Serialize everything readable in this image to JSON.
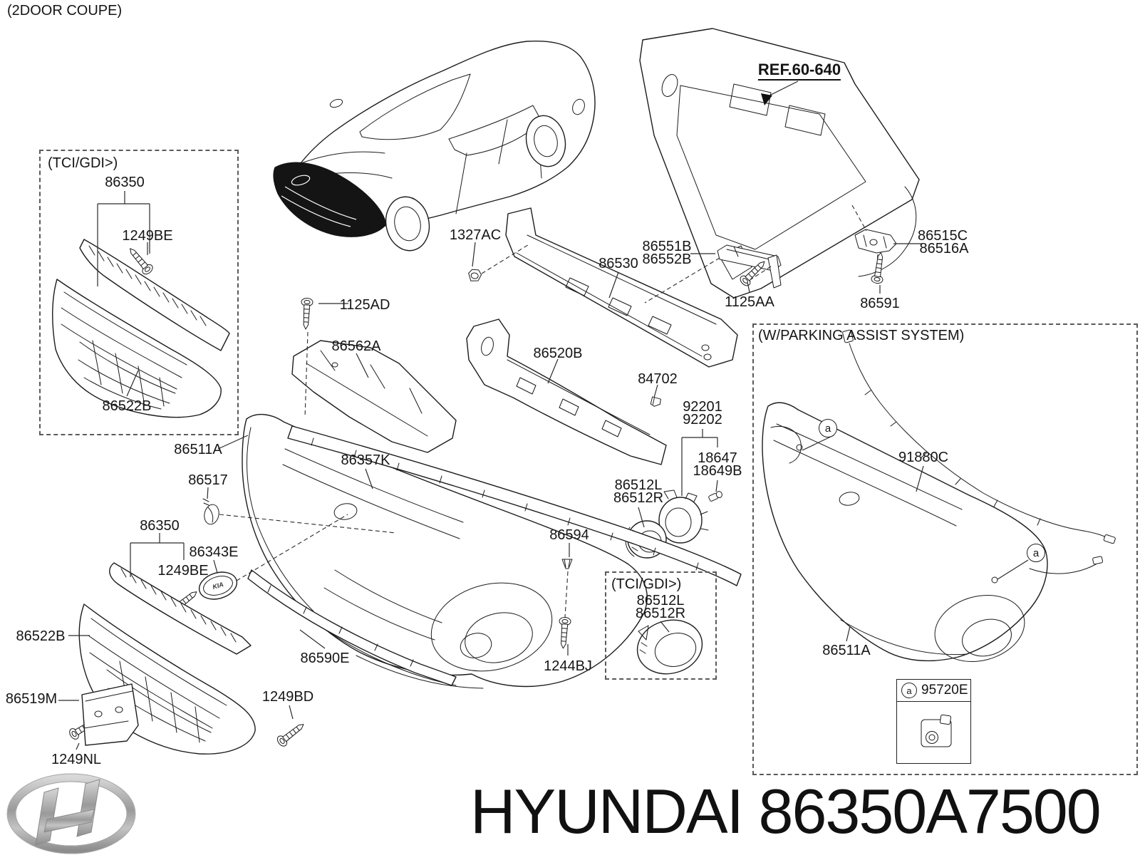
{
  "page": {
    "variant_note": "(2DOOR COUPE)"
  },
  "boxes": {
    "tci_front_grille": {
      "title": "(TCI/GDI>)"
    },
    "tci_fog_lamp": {
      "title": "(TCI/GDI>)"
    },
    "parking_assist": {
      "title": "(W/PARKING ASSIST SYSTEM)"
    }
  },
  "callouts": {
    "ref_60_640": "REF.60-640",
    "c86350_grille": "86350",
    "c1249BE_grille": "1249BE",
    "c86522B_grille": "86522B",
    "c1327AC": "1327AC",
    "c86530": "86530",
    "c86551B": "86551B",
    "c86552B": "86552B",
    "c1125AA": "1125AA",
    "c86515C": "86515C",
    "c86516A": "86516A",
    "c86591": "86591",
    "c1125AD": "1125AD",
    "c86562A": "86562A",
    "c86520B": "86520B",
    "c84702": "84702",
    "c92201": "92201",
    "c92202": "92202",
    "c18647": "18647",
    "c18649B": "18649B",
    "c86512L": "86512L",
    "c86512R": "86512R",
    "c86511A": "86511A",
    "c86357K": "86357K",
    "c86517": "86517",
    "c86350_mid": "86350",
    "c86343E": "86343E",
    "c1249BE_mid": "1249BE",
    "c86522B_mid": "86522B",
    "c86590E": "86590E",
    "c86594": "86594",
    "c1244BJ": "1244BJ",
    "c86519M": "86519M",
    "c1249NL": "1249NL",
    "c1249BD": "1249BD",
    "c86512L_fog": "86512L",
    "c86512R_fog": "86512R",
    "c91880C": "91880C",
    "c86511A_park": "86511A",
    "c95720E": "95720E",
    "sensor_marker": "a",
    "badge_text": "KIA"
  },
  "footer": {
    "brand": "HYUNDAI",
    "part_number": "86350A7500"
  }
}
